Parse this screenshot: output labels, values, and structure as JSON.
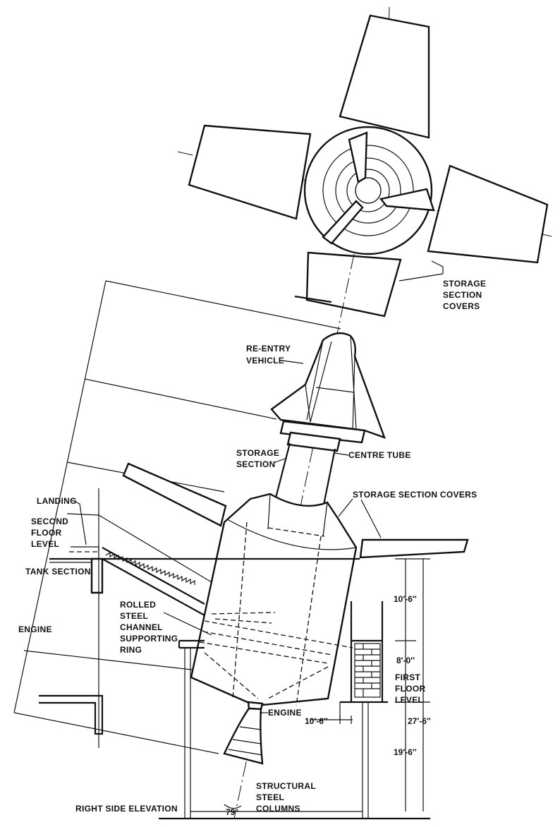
{
  "labels": {
    "storage_section_covers_top_1": "STORAGE",
    "storage_section_covers_top_2": "SECTION",
    "storage_section_covers_top_3": "COVERS",
    "reentry_1": "RE-ENTRY",
    "reentry_2": "VEHICLE",
    "storage_section_1": "STORAGE",
    "storage_section_2": "SECTION",
    "centre_tube": "CENTRE TUBE",
    "storage_section_covers_side": "STORAGE SECTION COVERS",
    "landing": "LANDING",
    "second_floor_1": "SECOND",
    "second_floor_2": "FLOOR",
    "second_floor_3": "LEVEL",
    "tank_section": "TANK SECTION",
    "rolled_1": "ROLLED",
    "rolled_2": "STEEL",
    "rolled_3": "CHANNEL",
    "rolled_4": "SUPPORTING",
    "rolled_5": "RING",
    "engine_left": "ENGINE",
    "engine_nozzle": "ENGINE",
    "first_floor_1": "FIRST",
    "first_floor_2": "FLOOR",
    "first_floor_3": "LEVEL",
    "structural_1": "STRUCTURAL",
    "structural_2": "STEEL",
    "structural_3": "COLUMNS",
    "right_side_elevation": "RIGHT SIDE ELEVATION"
  },
  "dimensions": {
    "upper_height": "10′-6″",
    "between_floors": "8′-0″",
    "platform_width": "10′-6″",
    "total_height": "27′-6″",
    "lower_height": "19′-6″",
    "tilt_angle": "79°"
  }
}
